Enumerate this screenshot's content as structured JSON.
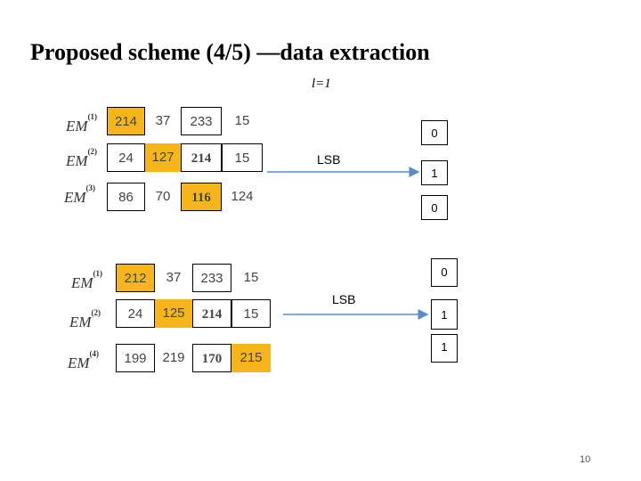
{
  "title": "Proposed scheme (4/5) —data extraction",
  "subtitle": "l=1",
  "group1": {
    "rows": [
      {
        "em_base": "EM",
        "em_sup": "(1)",
        "values": [
          "214",
          "37",
          "233",
          "15"
        ]
      },
      {
        "em_base": "EM",
        "em_sup": "(2)",
        "values": [
          "24",
          "127",
          "214",
          "15"
        ]
      },
      {
        "em_base": "EM",
        "em_sup": "(3)",
        "values": [
          "86",
          "70",
          "116",
          "124"
        ]
      }
    ],
    "lsb_label": "LSB",
    "bits": [
      "0",
      "1",
      "0"
    ]
  },
  "group2": {
    "rows": [
      {
        "em_base": "EM",
        "em_sup": "(1)",
        "values": [
          "212",
          "37",
          "233",
          "15"
        ]
      },
      {
        "em_base": "EM",
        "em_sup": "(2)",
        "values": [
          "24",
          "125",
          "214",
          "15"
        ]
      },
      {
        "em_base": "EM",
        "em_sup": "(4)",
        "values": [
          "199",
          "219",
          "170",
          "215"
        ]
      }
    ],
    "lsb_label": "LSB",
    "bits": [
      "0",
      "1",
      "1"
    ]
  },
  "page_number": "10",
  "colors": {
    "highlight": "#f7b51c",
    "arrow": "#5b8ac6"
  }
}
